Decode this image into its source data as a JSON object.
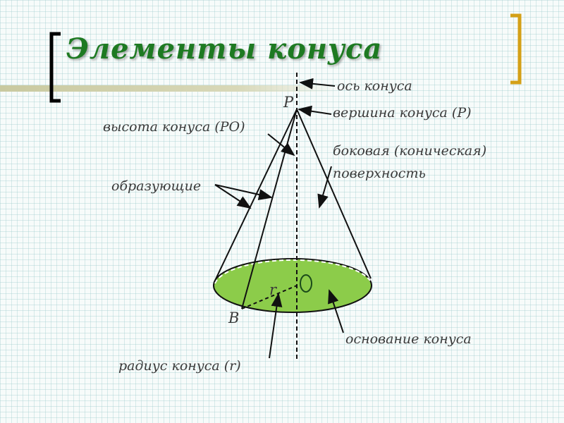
{
  "title": "Элементы конуса",
  "labels": {
    "axis": "ось конуса",
    "apex": "вершина конуса (P)",
    "height": "высота конуса (PO)",
    "lateral_line1": "боковая (коническая)",
    "lateral_line2": "поверхность",
    "generatrices": "образующие",
    "base": "основание конуса",
    "radius": "радиус конуса (r)"
  },
  "points": {
    "P": "P",
    "B": "B",
    "O": "O",
    "r": "r"
  },
  "colors": {
    "title": "#1e7a22",
    "base_fill": "#8ccc4a",
    "bracket_left": "#000000",
    "bracket_right": "#d4a017"
  }
}
